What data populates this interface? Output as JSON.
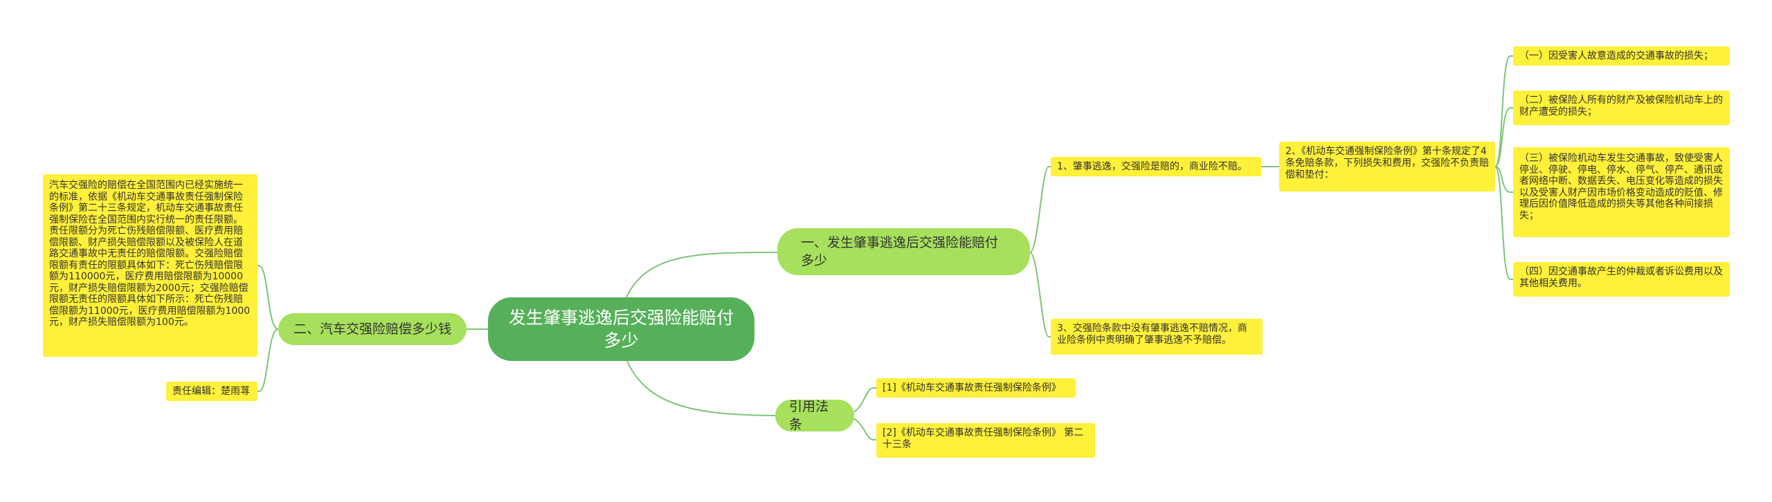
{
  "root": {
    "label": "发生肇事逃逸后交强险能赔付多少"
  },
  "branches": {
    "b1": {
      "label": "一、发生肇事逃逸后交强险能赔付多少"
    },
    "b2": {
      "label": "二、汽车交强险赔偿多少钱"
    },
    "b3": {
      "label": "引用法条"
    }
  },
  "b1_children": {
    "c1": "1、肇事逃逸，交强险是赔的，商业险不赔。",
    "c2": "2、《机动车交通强制保险条例》第十条规定了4条免赔条款，下列损失和费用，交强险不负责赔偿和垫付：",
    "c3": "3、交强险条款中没有肇事逃逸不赔情况，商业险条例中责明确了肇事逃逸不予赔偿。"
  },
  "c2_children": {
    "i1": "（一）因受害人故意造成的交通事故的损失；",
    "i2": "（二）被保险人所有的财产及被保险机动车上的财产遭受的损失；",
    "i3": "（三）被保险机动车发生交通事故，致使受害人停业、停驶、停电、停水、停气、停产、通讯或者网络中断、数据丢失、电压变化等造成的损失以及受害人财产因市场价格变动造成的贬值、修理后因价值降低造成的损失等其他各种间接损失；",
    "i4": "（四）因交通事故产生的仲裁或者诉讼费用以及其他相关费用。"
  },
  "b2_children": {
    "d1": "汽车交强险的赔偿在全国范围内已经实施统一的标准，依据《机动车交通事故责任强制保险条例》第二十三条规定，机动车交通事故责任强制保险在全国范围内实行统一的责任限额。责任限额分为死亡伤残赔偿限额、医疗费用赔偿限额、财产损失赔偿限额以及被保险人在道路交通事故中无责任的赔偿限额。交强险赔偿限额有责任的限额具体如下：死亡伤残赔偿限额为110000元，医疗费用赔偿限额为10000元，财产损失赔偿限额为2000元；交强险赔偿限额无责任的限额具体如下所示：死亡伤残赔偿限额为11000元，医疗费用赔偿限额为1000元，财产损失赔偿限额为100元。",
    "d2": "责任编辑：楚雨荨"
  },
  "b3_children": {
    "r1": "[1]《机动车交通事故责任强制保险条例》",
    "r2": "[2]《机动车交通事故责任强制保险条例》 第二十三条"
  },
  "colors": {
    "root_fill": "#56b05a",
    "branch_fill": "#a6e05c",
    "leaf_fill": "#fff03a",
    "connector": "#7dc57a"
  }
}
